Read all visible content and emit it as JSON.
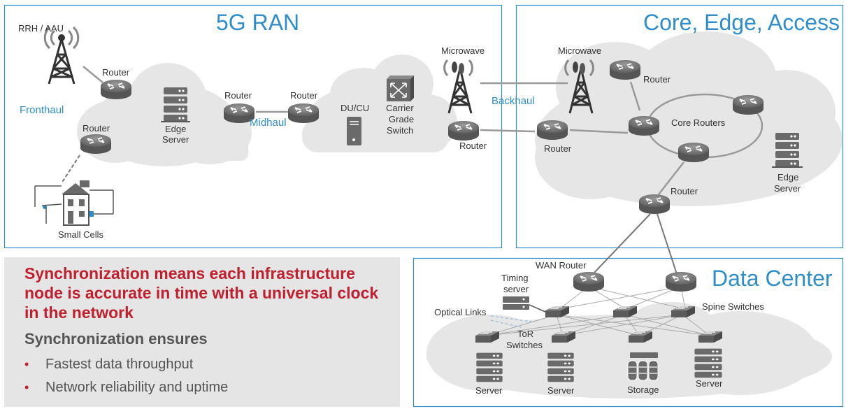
{
  "panels": {
    "ran_title": "5G RAN",
    "core_title": "Core, Edge, Access",
    "dc_title": "Data Center"
  },
  "ran": {
    "rrh_label": "RRH / AAU",
    "fronthaul_label": "Fronthaul",
    "midhaul_label": "Midhaul",
    "backhaul_label": "Backhaul",
    "router_label": "Router",
    "edge_server_line1": "Edge",
    "edge_server_line2": "Server",
    "du_cu_label": "DU/CU",
    "switch_line1": "Carrier",
    "switch_line2": "Grade",
    "switch_line3": "Switch",
    "microwave_label": "Microwave",
    "small_cells_label": "Small Cells"
  },
  "core": {
    "microwave_label": "Microwave",
    "router_label": "Router",
    "core_routers_label": "Core Routers",
    "edge_server_line1": "Edge",
    "edge_server_line2": "Server"
  },
  "dc": {
    "wan_router_label": "WAN Router",
    "timing_line1": "Timing",
    "timing_line2": "server",
    "optical_links_label": "Optical Links",
    "spine_label": "Spine Switches",
    "tor_line1": "ToR",
    "tor_line2": "Switches",
    "server_label": "Server",
    "storage_label": "Storage"
  },
  "sync": {
    "headline": "Synchronization means each infrastructure node is accurate in time with a universal clock in the network",
    "subhead": "Synchronization ensures",
    "bullet_char": "•",
    "bullets": [
      "Fastest data throughput",
      "Network reliability and uptime"
    ]
  },
  "colors": {
    "panel_border": "#2f8ec9",
    "title_blue": "#2f8ec9",
    "cloud": "#e6e6e6",
    "device": "#6e6e6e",
    "headline_red": "#c0202e"
  }
}
